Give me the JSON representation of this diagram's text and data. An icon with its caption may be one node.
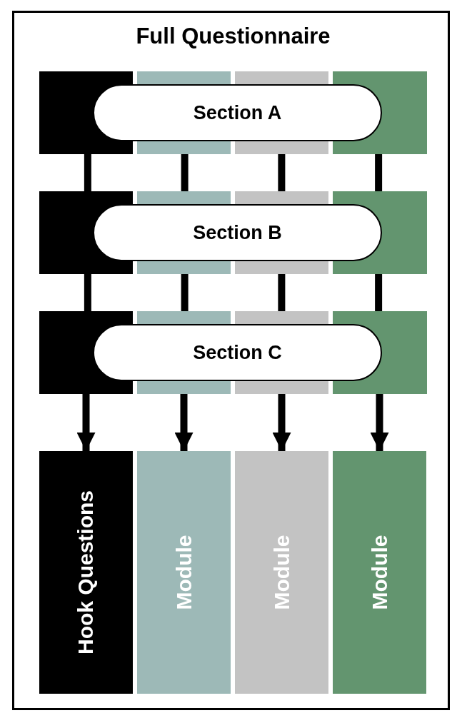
{
  "diagram": {
    "nodes": [
      {
        "text": [
          "Full Questionnaire"
        ]
      },
      {
        "text": [
          "Section A"
        ],
        "in": 0
      },
      {
        "text": [
          "Section B"
        ],
        "in": 0
      },
      {
        "text": [
          "Section C"
        ],
        "in": 0
      },
      {
        "text": [
          "Hook Questions"
        ],
        "in": 0
      },
      {
        "text": [
          "Module"
        ],
        "in": 0
      },
      {
        "text": [
          "Module"
        ],
        "in": 0
      },
      {
        "text": [
          "Module"
        ],
        "in": 0
      }
    ],
    "edges": [
      {
        "from": 1,
        "to": 2,
        "arrow": "none"
      },
      {
        "from": 1,
        "to": 2,
        "arrow": "none"
      },
      {
        "from": 1,
        "to": 2,
        "arrow": "none"
      },
      {
        "from": 1,
        "to": 2,
        "arrow": "none"
      },
      {
        "from": 2,
        "to": 3,
        "arrow": "none"
      },
      {
        "from": 2,
        "to": 3,
        "arrow": "none"
      },
      {
        "from": 2,
        "to": 3,
        "arrow": "none"
      },
      {
        "from": 2,
        "to": 3,
        "arrow": "none"
      },
      {
        "from": 3,
        "to": 4,
        "arrow": "to"
      },
      {
        "from": 3,
        "to": 5,
        "arrow": "to"
      },
      {
        "from": 3,
        "to": 6,
        "arrow": "to"
      },
      {
        "from": 3,
        "to": 7,
        "arrow": "to"
      }
    ]
  }
}
